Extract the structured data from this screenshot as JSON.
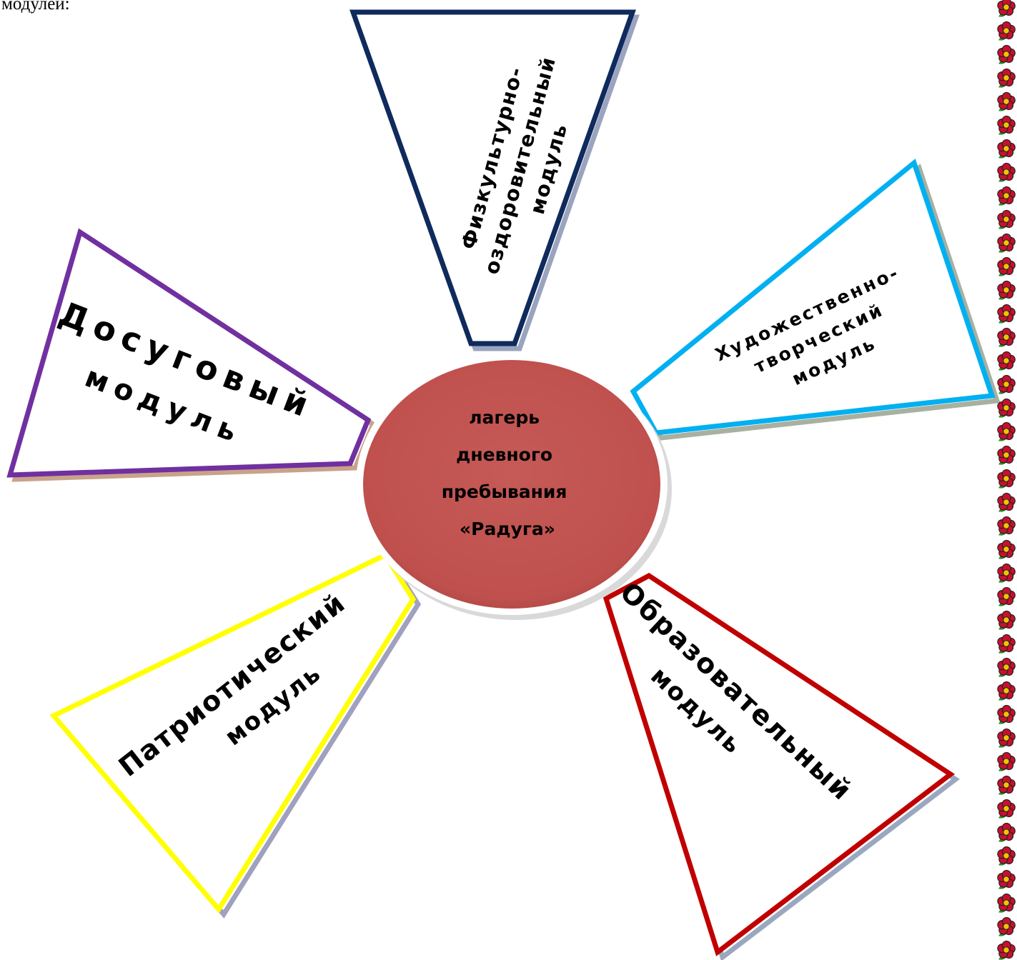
{
  "intro_text": "модулей:",
  "center": {
    "lines": [
      "лагерь",
      "дневного",
      "пребывания",
      "«Радуга»"
    ],
    "fill": "#c0504d"
  },
  "modules": {
    "physical": {
      "lines": [
        "Физкультурно-",
        "оздоровительный",
        "модуль"
      ],
      "color": "#0f2a5c"
    },
    "art": {
      "lines": [
        "Художественно-",
        "творческий",
        "модуль"
      ],
      "color": "#00b0f0"
    },
    "leisure": {
      "lines": [
        "Досуговый",
        "модуль"
      ],
      "color": "#7030a0"
    },
    "patriotic": {
      "lines": [
        "Патриотический",
        "модуль"
      ],
      "color": "#ffff00"
    },
    "educational": {
      "lines": [
        "Образовательный",
        "модуль"
      ],
      "color": "#c00000"
    }
  },
  "border": {
    "icon": "flower-icon",
    "petal_color": "#c8102e",
    "core_color": "#f2c400"
  }
}
